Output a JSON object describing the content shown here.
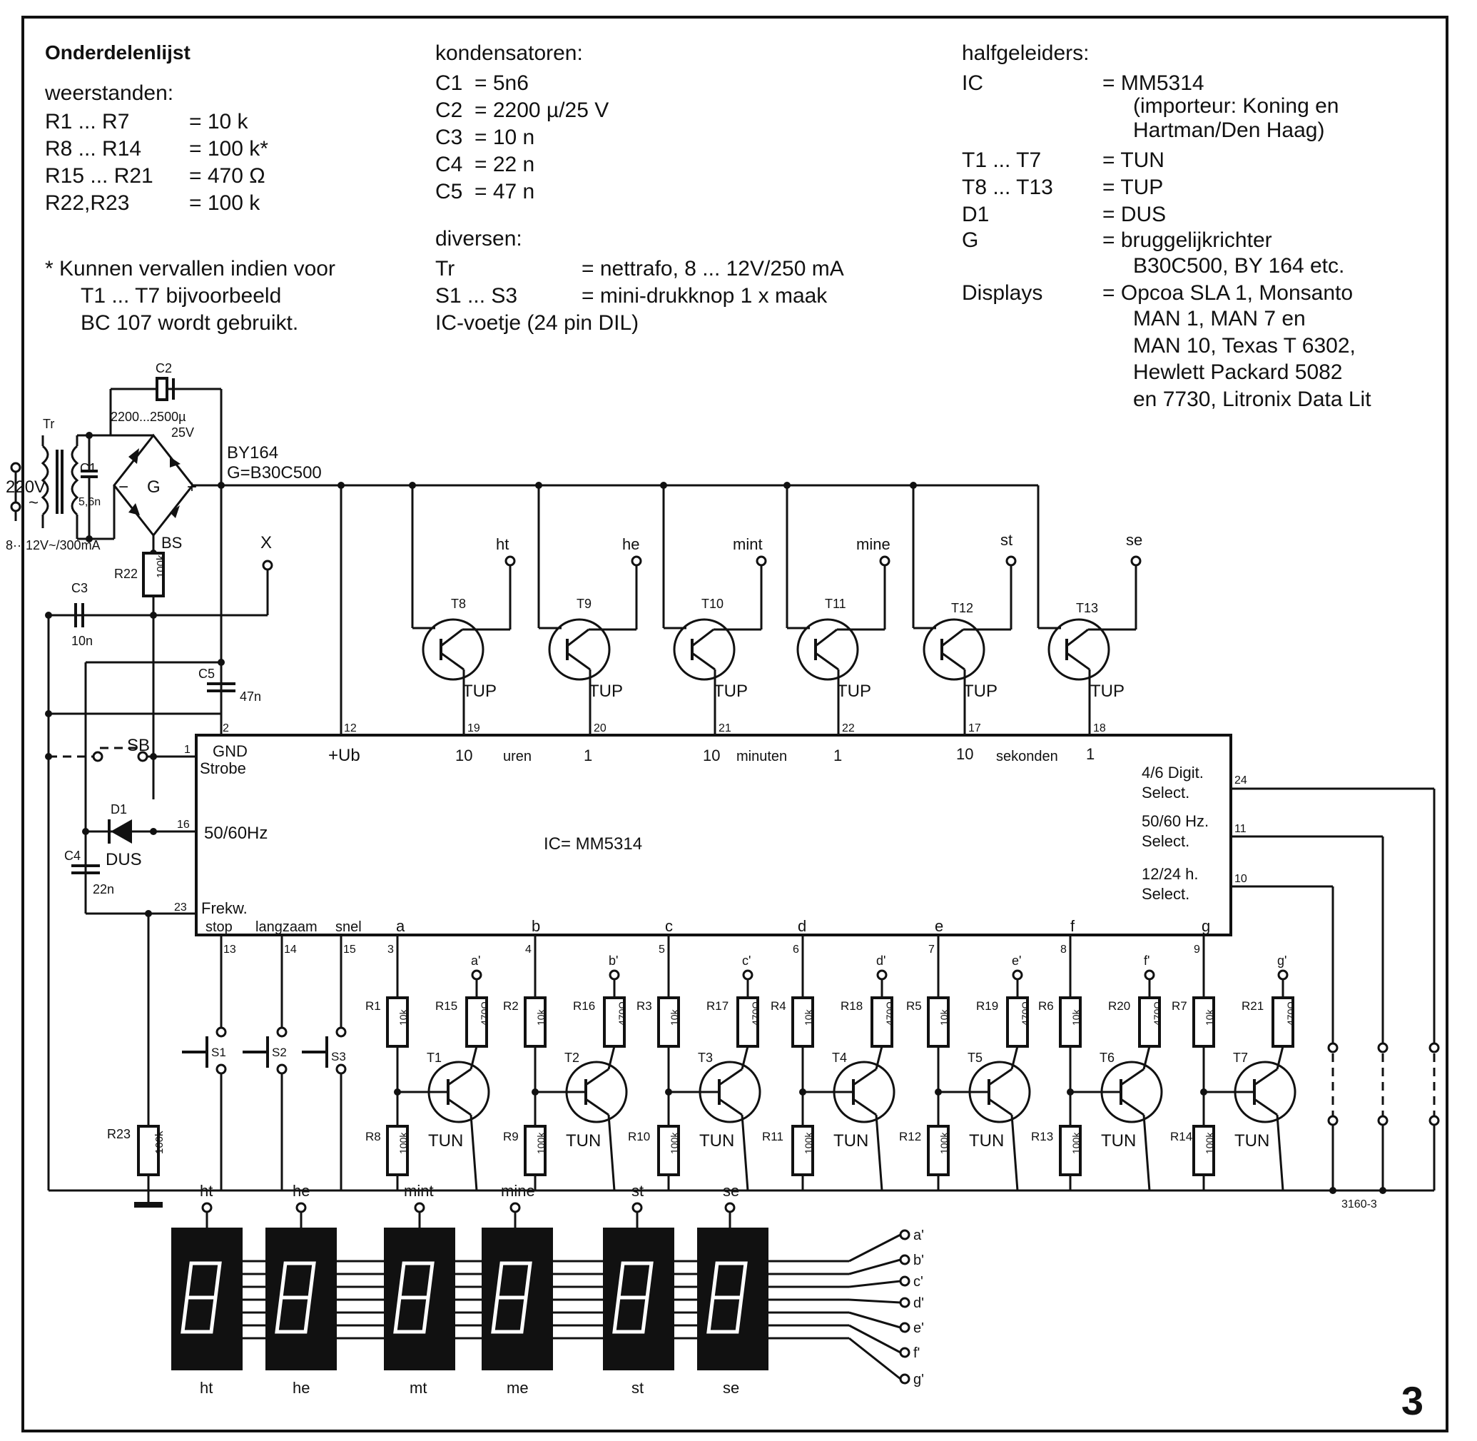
{
  "parts_list": {
    "title": "Onderdelenlijst",
    "resistors": {
      "heading": "weerstanden:",
      "rows": [
        {
          "ref": "R1 ... R7",
          "value": "= 10 k"
        },
        {
          "ref": "R8 ... R14",
          "value": "= 100 k*"
        },
        {
          "ref": "R15 ... R21",
          "value": "= 470 Ω"
        },
        {
          "ref": "R22,R23",
          "value": "= 100 k"
        }
      ],
      "footnote": [
        "* Kunnen vervallen indien voor",
        "T1 ... T7 bijvoorbeeld",
        "BC 107 wordt gebruikt."
      ]
    },
    "capacitors": {
      "heading": "kondensatoren:",
      "rows": [
        {
          "ref": "C1",
          "value": "= 5n6"
        },
        {
          "ref": "C2",
          "value": "= 2200 µ/25 V"
        },
        {
          "ref": "C3",
          "value": "= 10 n"
        },
        {
          "ref": "C4",
          "value": "= 22 n"
        },
        {
          "ref": "C5",
          "value": "= 47 n"
        }
      ]
    },
    "misc": {
      "heading": "diversen:",
      "rows": [
        {
          "ref": "Tr",
          "value": "= nettrafo, 8 ... 12V/250 mA"
        },
        {
          "ref": "S1 ... S3",
          "value": "= mini-drukknop 1 x maak"
        }
      ],
      "extra": "IC-voetje (24 pin DIL)"
    },
    "semiconductors": {
      "heading": "halfgeleiders:",
      "rows": [
        {
          "ref": "IC",
          "value": [
            "= MM5314",
            "(importeur: Koning en",
            "Hartman/Den Haag)"
          ]
        },
        {
          "ref": "T1 ... T7",
          "value": [
            "= TUN"
          ]
        },
        {
          "ref": "T8 ... T13",
          "value": [
            "= TUP"
          ]
        },
        {
          "ref": "D1",
          "value": [
            "= DUS"
          ]
        },
        {
          "ref": "G",
          "value": [
            "= bruggelijkrichter",
            "B30C500, BY 164 etc."
          ]
        },
        {
          "ref": "Displays",
          "value": [
            "= Opcoa SLA 1, Monsanto",
            "MAN 1, MAN 7 en",
            "MAN 10, Texas T 6302,",
            "Hewlett Packard 5082",
            "en 7730, Litronix Data Lit"
          ]
        }
      ]
    }
  },
  "schematic": {
    "power": {
      "tr": "Tr",
      "mains": "220V",
      "ac": "~",
      "secondary": "8···12V~/300mA",
      "c1": "C1",
      "c1_val": "5,6n",
      "c2": "C2",
      "c2_val": "2200...2500µ",
      "c2_volt": "25V",
      "bridge": "G",
      "minus": "−",
      "plus": "+",
      "bridge_type": "BY164",
      "bridge_spec": "G=B30C500",
      "bs": "BS",
      "r22": "R22",
      "r22_val": "100k",
      "c3": "C3",
      "c3_val": "10n",
      "x": "X",
      "c5": "C5",
      "c5_val": "47n",
      "sb": "SB",
      "d1": "D1",
      "d1_type": "DUS",
      "c4": "C4",
      "c4_val": "22n",
      "r23": "R23",
      "r23_val": "100k"
    },
    "ic": {
      "name": "IC= MM5314",
      "left_labels": [
        "GND",
        "Strobe",
        "50/60Hz",
        "Frekw."
      ],
      "bottom_labels": [
        "stop",
        "langzaam",
        "snel"
      ],
      "top_labels": [
        "+Ub",
        "10",
        "uren",
        "1",
        "10",
        "minuten",
        "1",
        "10",
        "sekonden",
        "1"
      ],
      "right_labels": [
        "4/6 Digit.",
        "Select.",
        "50/60 Hz.",
        "Select.",
        "12/24 h.",
        "Select."
      ],
      "pins": [
        "2",
        "1",
        "16",
        "23",
        "12",
        "19",
        "20",
        "21",
        "22",
        "17",
        "18",
        "24",
        "11",
        "10",
        "13",
        "14",
        "15",
        "3",
        "4",
        "5",
        "6",
        "7",
        "8",
        "9"
      ],
      "seg_letters": [
        "a",
        "b",
        "c",
        "d",
        "e",
        "f",
        "g"
      ]
    },
    "digit_drivers": [
      {
        "name": "T8",
        "type": "TUP",
        "out": "ht"
      },
      {
        "name": "T9",
        "type": "TUP",
        "out": "he"
      },
      {
        "name": "T10",
        "type": "TUP",
        "out": "mint"
      },
      {
        "name": "T11",
        "type": "TUP",
        "out": "mine"
      },
      {
        "name": "T12",
        "type": "TUP",
        "out": "st"
      },
      {
        "name": "T13",
        "type": "TUP",
        "out": "se"
      }
    ],
    "segment_drivers": [
      {
        "r_base": "R1",
        "r_base_val": "10k",
        "r_pull": "R8",
        "r_pull_val": "100k",
        "r_coll": "R15",
        "r_coll_val": "470Ω",
        "t": "T1",
        "type": "TUN",
        "out": "a'"
      },
      {
        "r_base": "R2",
        "r_base_val": "10k",
        "r_pull": "R9",
        "r_pull_val": "100k",
        "r_coll": "R16",
        "r_coll_val": "470Ω",
        "t": "T2",
        "type": "TUN",
        "out": "b'"
      },
      {
        "r_base": "R3",
        "r_base_val": "10k",
        "r_pull": "R10",
        "r_pull_val": "100k",
        "r_coll": "R17",
        "r_coll_val": "470Ω",
        "t": "T3",
        "type": "TUN",
        "out": "c'"
      },
      {
        "r_base": "R4",
        "r_base_val": "10k",
        "r_pull": "R11",
        "r_pull_val": "100k",
        "r_coll": "R18",
        "r_coll_val": "470Ω",
        "t": "T4",
        "type": "TUN",
        "out": "d'"
      },
      {
        "r_base": "R5",
        "r_base_val": "10k",
        "r_pull": "R12",
        "r_pull_val": "100k",
        "r_coll": "R19",
        "r_coll_val": "470Ω",
        "t": "T5",
        "type": "TUN",
        "out": "e'"
      },
      {
        "r_base": "R6",
        "r_base_val": "10k",
        "r_pull": "R13",
        "r_pull_val": "100k",
        "r_coll": "R20",
        "r_coll_val": "470Ω",
        "t": "T6",
        "type": "TUN",
        "out": "f'"
      },
      {
        "r_base": "R7",
        "r_base_val": "10k",
        "r_pull": "R14",
        "r_pull_val": "100k",
        "r_coll": "R21",
        "r_coll_val": "470Ω",
        "t": "T7",
        "type": "TUN",
        "out": "g'"
      }
    ],
    "switches": [
      "S1",
      "S2",
      "S3"
    ],
    "drawing_no": "3160-3",
    "displays": {
      "top": [
        "ht",
        "he",
        "mint",
        "mine",
        "st",
        "se"
      ],
      "bottom": [
        "ht",
        "he",
        "mt",
        "me",
        "st",
        "se"
      ],
      "segments": [
        "a'",
        "b'",
        "c'",
        "d'",
        "e'",
        "f'",
        "g'"
      ]
    },
    "figure_number": "3"
  }
}
